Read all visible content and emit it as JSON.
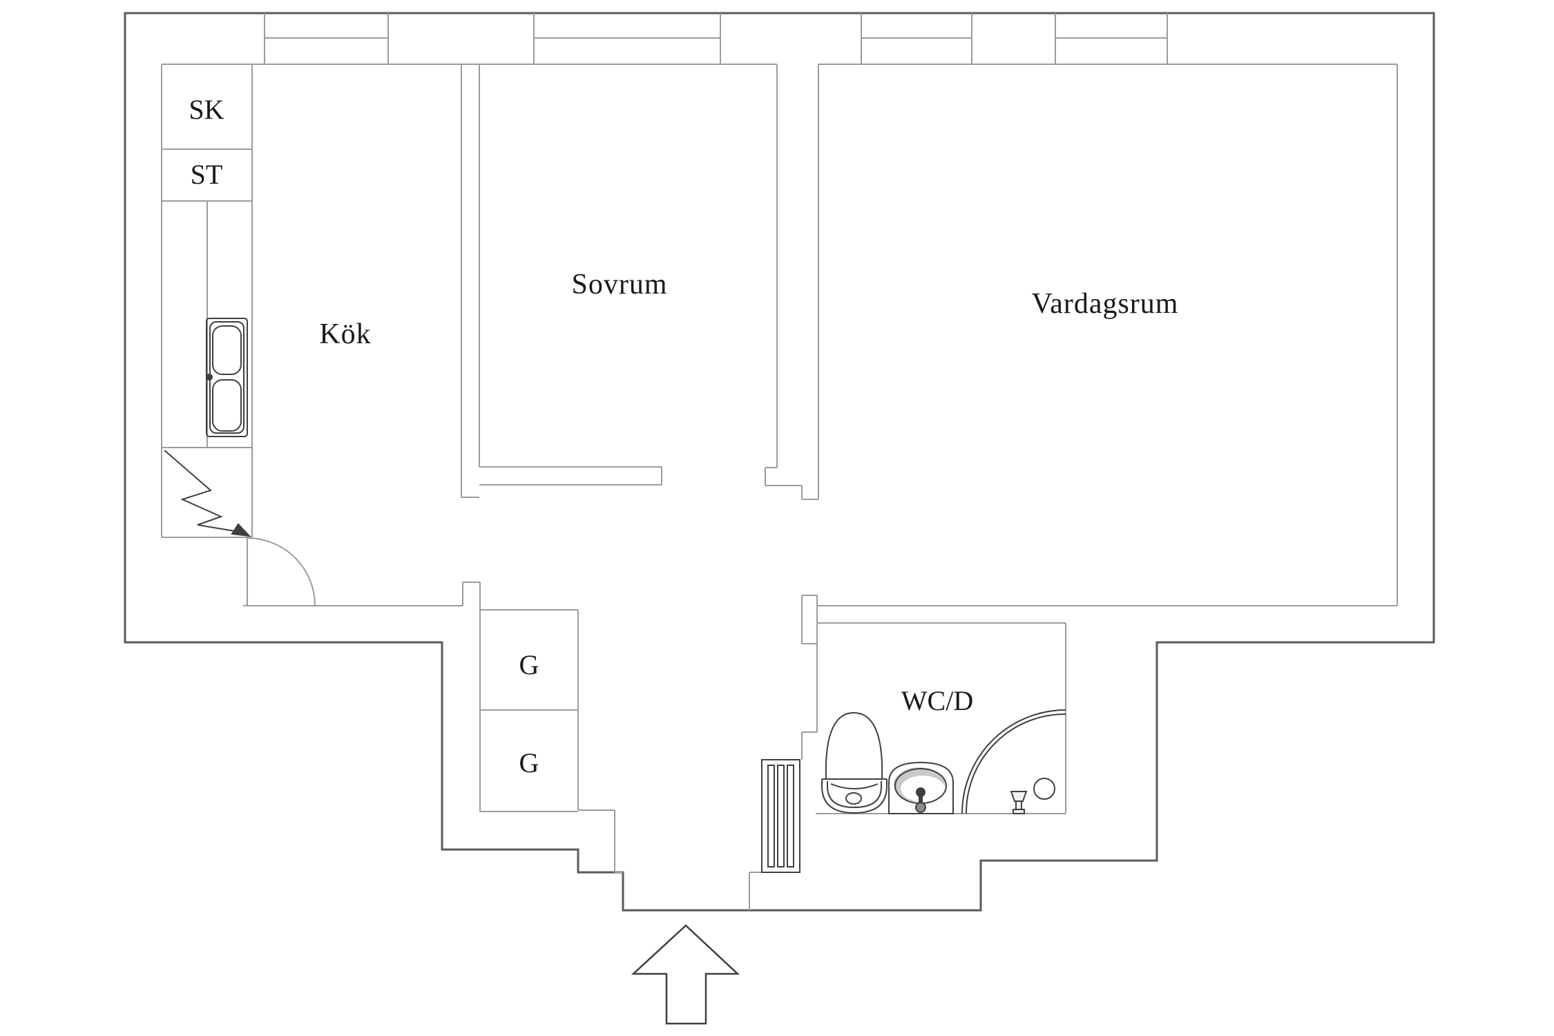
{
  "plan": {
    "type": "apartment-floor-plan",
    "rooms": {
      "closet_sk": {
        "label": "SK"
      },
      "closet_st": {
        "label": "ST"
      },
      "kitchen": {
        "label": "Kök"
      },
      "bedroom": {
        "label": "Sovrum"
      },
      "living_room": {
        "label": "Vardagsrum"
      },
      "wardrobe_1": {
        "label": "G"
      },
      "wardrobe_2": {
        "label": "G"
      },
      "bathroom": {
        "label": "WC/D"
      }
    },
    "fixtures": {
      "kitchen_sink": "double-bowl-sink-icon",
      "appliance": "lightning-bolt-icon",
      "kitchen_door": "door-swing-arc-icon",
      "toilet": "toilet-icon",
      "washbasin": "washbasin-icon",
      "shower": "shower-corner-arc-icon",
      "radiator": "radiator-icon",
      "entrance": "entrance-arrow-icon"
    },
    "windows_on_top_wall": 4
  },
  "colors": {
    "outer_wall": "#5a5a5a",
    "interior_wall": "#9b9b9b",
    "fixture": "#3f3f3f",
    "arrow": "#3f3f3f",
    "text": "#1a1a1a",
    "shade": "#c9c9c9",
    "background": "#ffffff"
  }
}
